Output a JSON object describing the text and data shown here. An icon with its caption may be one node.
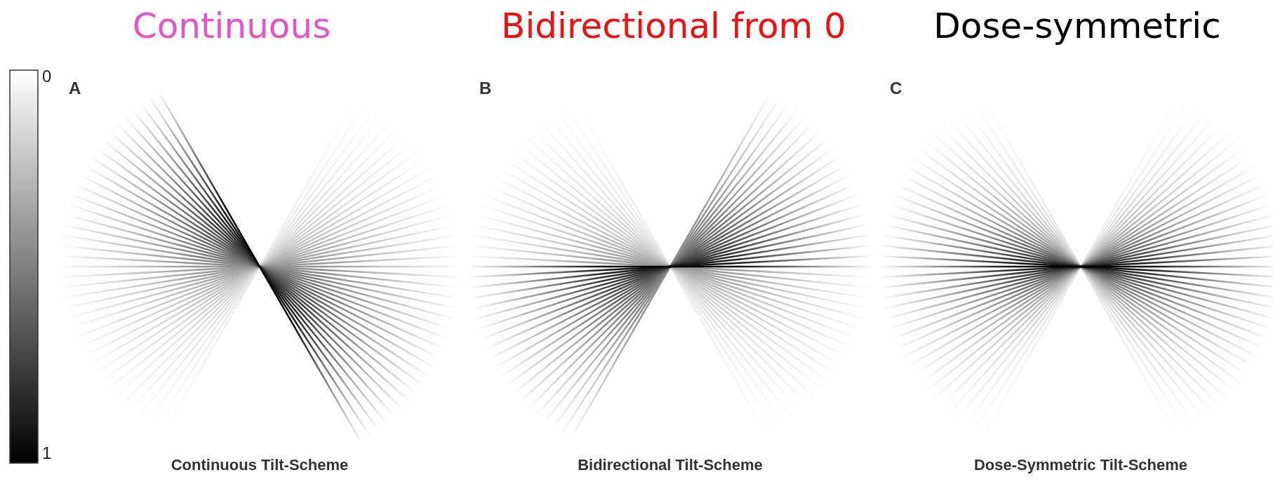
{
  "diagram": {
    "labels": [
      "Continuous",
      "Bidirectional from 0",
      "Dose-symmetric",
      "0",
      "1",
      "A",
      "B",
      "C",
      "Continuous Tilt-Scheme",
      "Bidirectional Tilt-Scheme",
      "Dose-Symmetric Tilt-Scheme"
    ]
  }
}
